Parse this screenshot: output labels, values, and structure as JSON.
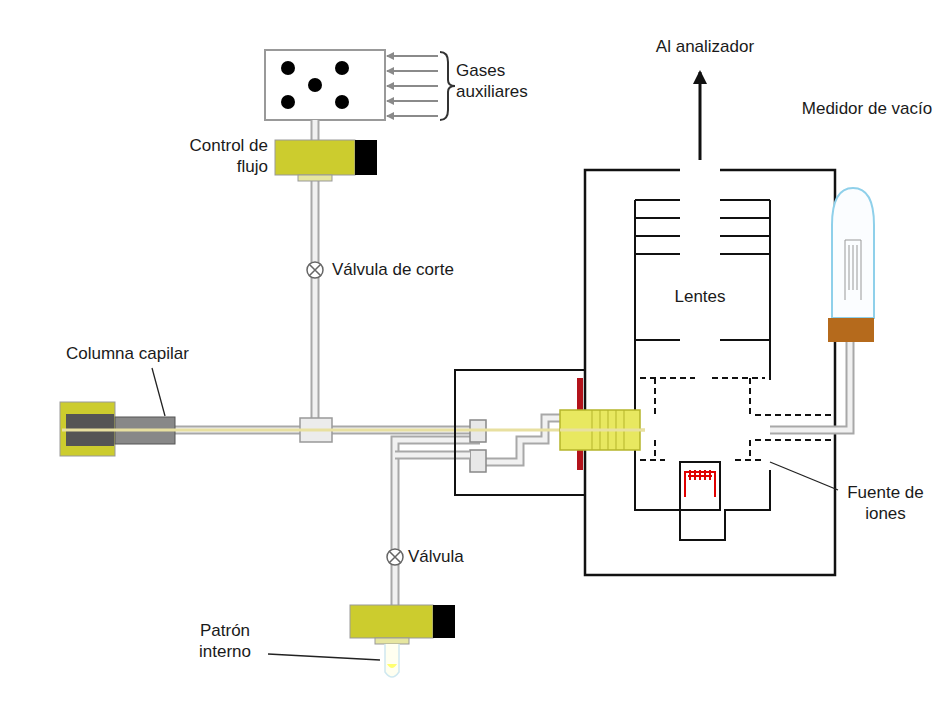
{
  "diagram": {
    "labels": [
      "Gases auxiliares",
      "Control de flujo",
      "Válvula de corte",
      "Al analizador",
      "Medidor de vacío",
      "Columna capilar",
      "Lentes",
      "Fuente de iones",
      "Válvula",
      "Patrón interno"
    ]
  }
}
